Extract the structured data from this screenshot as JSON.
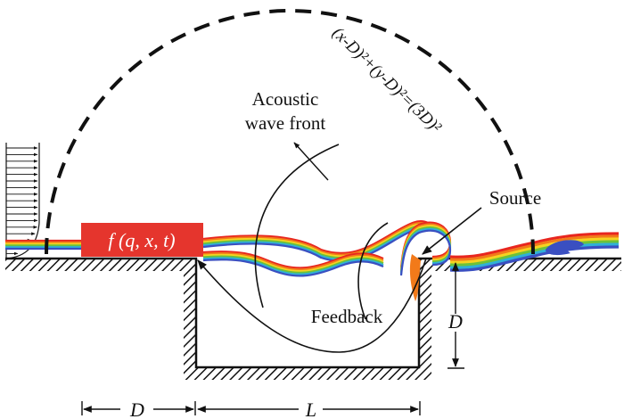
{
  "diagram": {
    "title": "Cavity flow acoustic feedback schematic",
    "labels": {
      "forcing": "f (q, x, t)",
      "wave_front_line1": "Acoustic",
      "wave_front_line2": "wave front",
      "source": "Source",
      "feedback": "Feedback",
      "depth": "D",
      "upstream_length": "D",
      "cavity_length": "L",
      "circle_equation": "(x-D)²+(y-D)²=(3D)²"
    },
    "colors": {
      "forcing_box": "#e5352d",
      "forcing_text": "#ffffff",
      "line": "#111111",
      "shear_layer": [
        "#e8261f",
        "#f27a1a",
        "#f5d320",
        "#6cc23a",
        "#2fb0d8",
        "#3a4fc1"
      ]
    },
    "inflow_profile_arrows": 17
  }
}
